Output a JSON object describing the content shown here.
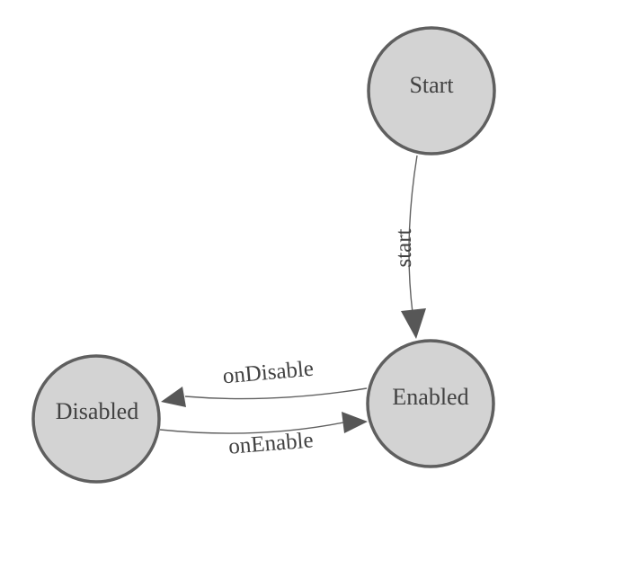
{
  "diagram": {
    "type": "state-machine",
    "colors": {
      "background": "#ffffff",
      "node_fill": "#d3d3d3",
      "node_stroke": "#5f5f5f",
      "edge": "#616161",
      "arrowhead": "#575757",
      "text": "#414141"
    },
    "nodes": [
      {
        "id": "start",
        "label": "Start"
      },
      {
        "id": "enabled",
        "label": "Enabled"
      },
      {
        "id": "disabled",
        "label": "Disabled"
      }
    ],
    "edges": [
      {
        "id": "start-to-enabled",
        "from": "Start",
        "to": "Enabled",
        "label": "start"
      },
      {
        "id": "enabled-to-disabled",
        "from": "Enabled",
        "to": "Disabled",
        "label": "onDisable"
      },
      {
        "id": "disabled-to-enabled",
        "from": "Disabled",
        "to": "Enabled",
        "label": "onEnable"
      }
    ]
  }
}
